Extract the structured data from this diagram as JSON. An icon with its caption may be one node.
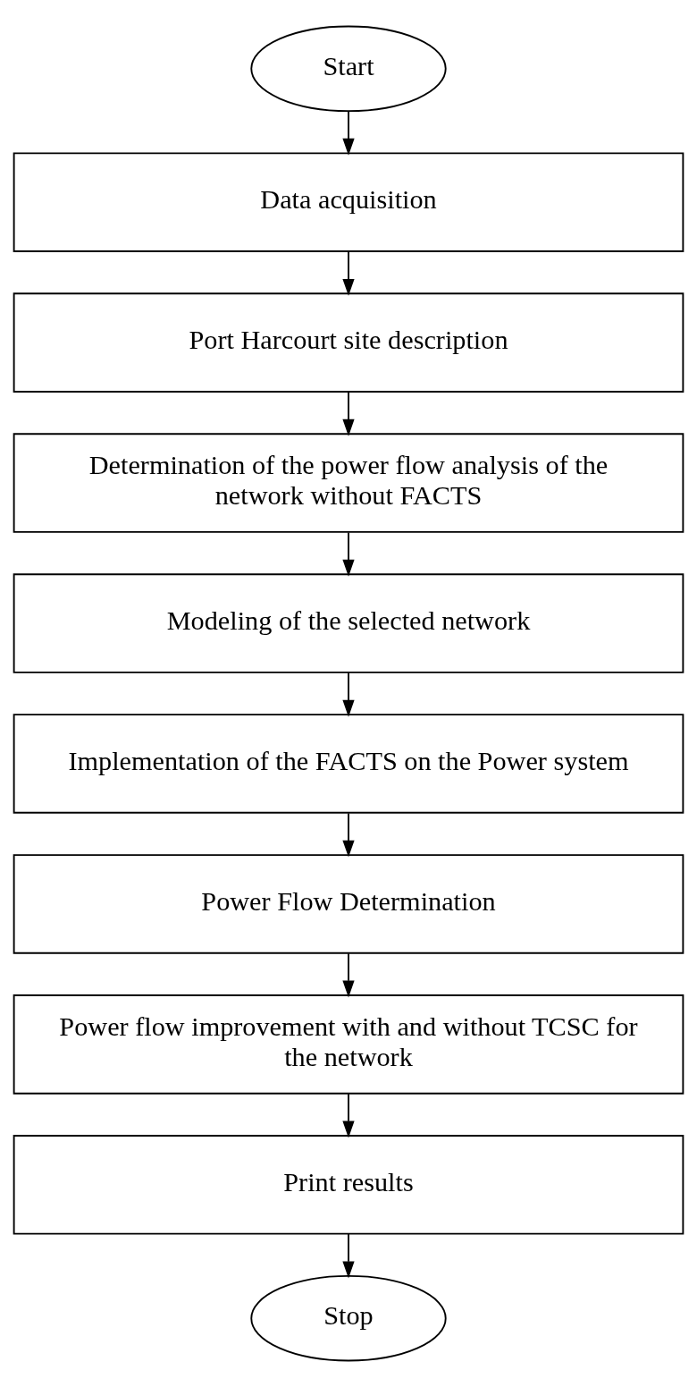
{
  "diagram": {
    "nodes": [
      {
        "text": [
          "Start"
        ]
      },
      {
        "text": [
          "Data acquisition"
        ]
      },
      {
        "text": [
          "Port Harcourt site description"
        ]
      },
      {
        "text": [
          "Determination of the power flow analysis of the network without FACTS"
        ]
      },
      {
        "text": [
          "Modeling of the selected network"
        ]
      },
      {
        "text": [
          "Implementation of the FACTS on the Power system"
        ]
      },
      {
        "text": [
          "Power Flow Determination"
        ]
      },
      {
        "text": [
          "Power flow improvement with and without TCSC for the network"
        ]
      },
      {
        "text": [
          "Print results"
        ]
      },
      {
        "text": [
          "Stop"
        ]
      }
    ],
    "edges": [
      {
        "from": 0,
        "to": 1,
        "arrow": "to"
      },
      {
        "from": 1,
        "to": 2,
        "arrow": "to"
      },
      {
        "from": 2,
        "to": 3,
        "arrow": "to"
      },
      {
        "from": 3,
        "to": 4,
        "arrow": "to"
      },
      {
        "from": 4,
        "to": 5,
        "arrow": "to"
      },
      {
        "from": 5,
        "to": 6,
        "arrow": "to"
      },
      {
        "from": 6,
        "to": 7,
        "arrow": "to"
      },
      {
        "from": 7,
        "to": 8,
        "arrow": "to"
      },
      {
        "from": 8,
        "to": 9,
        "arrow": "to"
      }
    ]
  }
}
